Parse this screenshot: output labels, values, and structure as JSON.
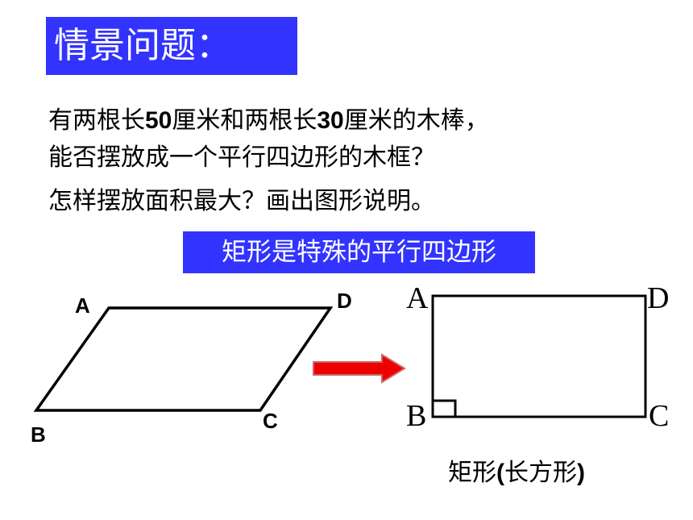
{
  "title": "情景问题：",
  "problem": {
    "line1_part1": "有两根长",
    "line1_num1": "50",
    "line1_part2": "厘米和两根长",
    "line1_num2": "30",
    "line1_part3": "厘米的木棒，",
    "line2": "能否摆放成一个平行四边形的木框？",
    "line3": "怎样摆放面积最大？画出图形说明。"
  },
  "highlight": "矩形是特殊的平行四边形",
  "parallelogram": {
    "label_a": "A",
    "label_b": "B",
    "label_c": "C",
    "label_d": "D"
  },
  "rectangle": {
    "label_a": "A",
    "label_b": "B",
    "label_c": "C",
    "label_d": "D",
    "caption_part1": "矩形",
    "caption_part2": "(",
    "caption_part3": "长方形",
    "caption_part4": ")"
  },
  "colors": {
    "banner": "#3333ff",
    "arrow_fill": "#ee0000",
    "arrow_stroke": "#cc6666"
  },
  "icons": {
    "arrow": "right-arrow-icon",
    "right_angle": "right-angle-icon"
  }
}
